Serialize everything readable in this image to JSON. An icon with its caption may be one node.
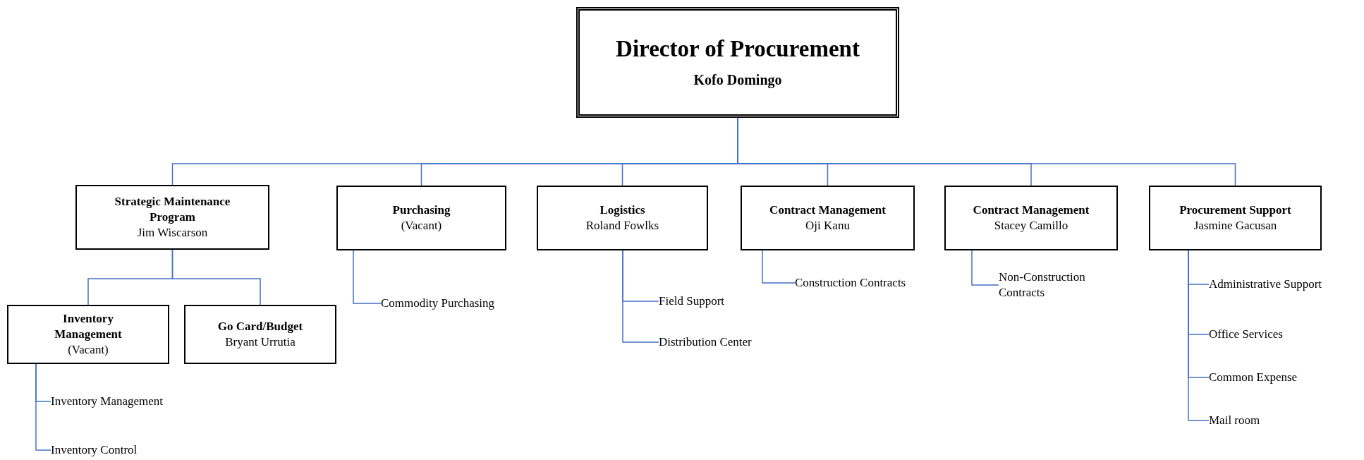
{
  "diagram": {
    "nodes": [
      {
        "text": [
          "Director of Procurement",
          "Kofo Domingo"
        ]
      },
      {
        "text": [
          "Strategic Maintenance Program",
          "Jim Wiscarson"
        ]
      },
      {
        "text": [
          "Purchasing",
          "(Vacant)"
        ]
      },
      {
        "text": [
          "Logistics",
          "Roland Fowlks"
        ]
      },
      {
        "text": [
          "Contract Management",
          "Oji Kanu"
        ]
      },
      {
        "text": [
          "Contract Management",
          "Stacey Camillo"
        ]
      },
      {
        "text": [
          "Procurement Support",
          "Jasmine Gacusan"
        ]
      },
      {
        "text": [
          "Inventory Management",
          "(Vacant)"
        ]
      },
      {
        "text": [
          "Go Card/Budget",
          "Bryant Urrutia"
        ]
      },
      {
        "text": [
          "Commodity Purchasing"
        ]
      },
      {
        "text": [
          "Field Support"
        ]
      },
      {
        "text": [
          "Distribution Center"
        ]
      },
      {
        "text": [
          "Construction Contracts"
        ]
      },
      {
        "text": [
          "Non-Construction Contracts"
        ]
      },
      {
        "text": [
          "Administrative Support"
        ]
      },
      {
        "text": [
          "Office Services"
        ]
      },
      {
        "text": [
          "Common Expense"
        ]
      },
      {
        "text": [
          "Mail room"
        ]
      },
      {
        "text": [
          "Inventory Management"
        ]
      },
      {
        "text": [
          "Inventory Control"
        ]
      }
    ],
    "edges": [
      {
        "from": 0,
        "to": 1,
        "arrow": "none"
      },
      {
        "from": 0,
        "to": 2,
        "arrow": "none"
      },
      {
        "from": 0,
        "to": 3,
        "arrow": "none"
      },
      {
        "from": 0,
        "to": 4,
        "arrow": "none"
      },
      {
        "from": 0,
        "to": 5,
        "arrow": "none"
      },
      {
        "from": 0,
        "to": 6,
        "arrow": "none"
      },
      {
        "from": 1,
        "to": 7,
        "arrow": "none"
      },
      {
        "from": 1,
        "to": 8,
        "arrow": "none"
      },
      {
        "from": 2,
        "to": 9,
        "arrow": "none"
      },
      {
        "from": 3,
        "to": 10,
        "arrow": "none"
      },
      {
        "from": 3,
        "to": 11,
        "arrow": "none"
      },
      {
        "from": 4,
        "to": 12,
        "arrow": "none"
      },
      {
        "from": 5,
        "to": 13,
        "arrow": "none"
      },
      {
        "from": 6,
        "to": 14,
        "arrow": "none"
      },
      {
        "from": 6,
        "to": 15,
        "arrow": "none"
      },
      {
        "from": 6,
        "to": 16,
        "arrow": "none"
      },
      {
        "from": 6,
        "to": 17,
        "arrow": "none"
      },
      {
        "from": 7,
        "to": 18,
        "arrow": "none"
      },
      {
        "from": 7,
        "to": 19,
        "arrow": "none"
      }
    ]
  }
}
